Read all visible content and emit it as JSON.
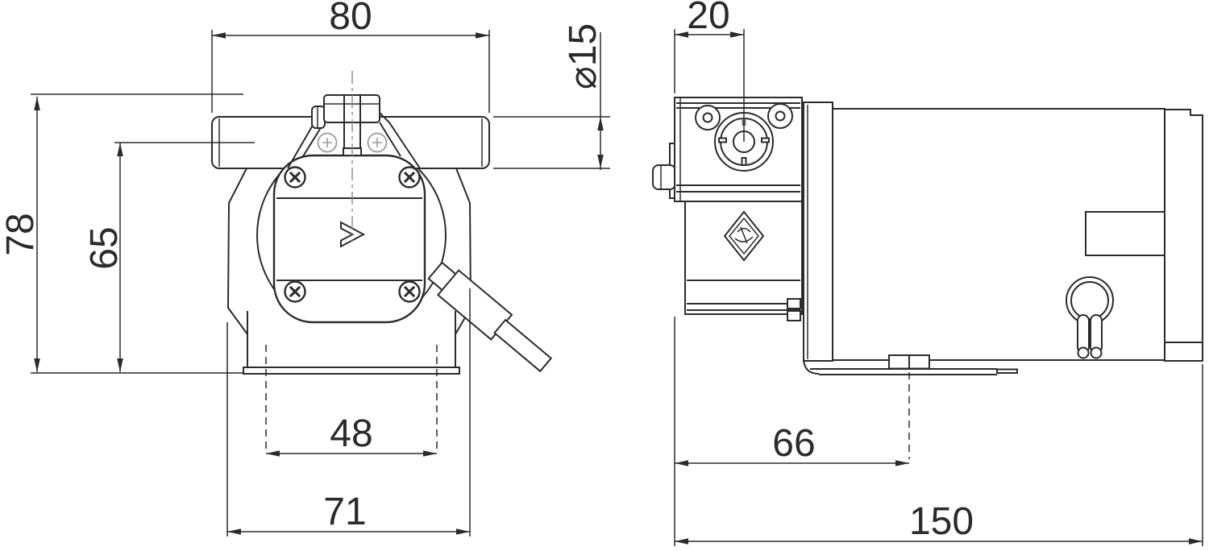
{
  "dimensions": {
    "front": {
      "overall_width": "80",
      "hose_diameter": "⌀15",
      "overall_height": "78",
      "hose_center_height": "65",
      "slot_spacing": "48",
      "base_width": "71"
    },
    "side": {
      "shaft_offset": "20",
      "foot_hole_offset": "66",
      "overall_length": "150"
    }
  }
}
